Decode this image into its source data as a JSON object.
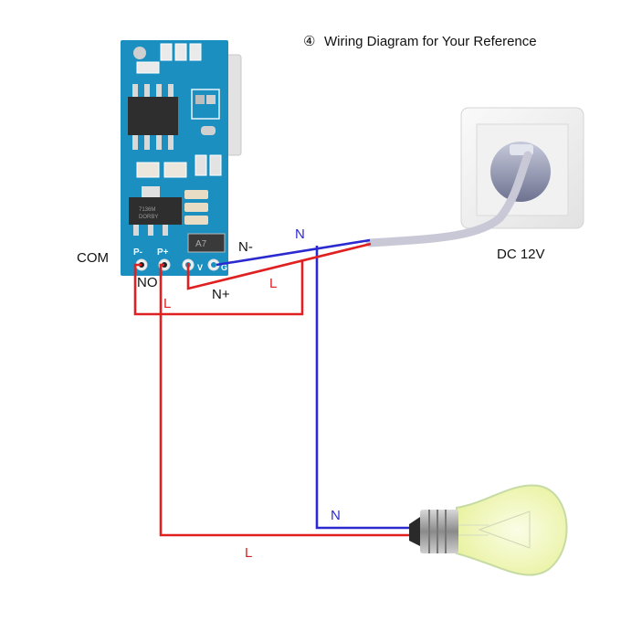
{
  "title": {
    "step_marker": "④",
    "text": "Wiring Diagram for Your Reference"
  },
  "module": {
    "pin_labels": [
      "P-",
      "P+",
      "V",
      "G"
    ],
    "chip_marking_main": "7136M",
    "chip_marking_sub": "DORBY",
    "diode_marking": "A7"
  },
  "terminal_labels": {
    "com": "COM",
    "no": "NO",
    "n_minus": "N-",
    "n_plus": "N+"
  },
  "wire_labels": {
    "n_top": "N",
    "l_mid": "L",
    "l_left": "L",
    "n_bottom": "N",
    "l_bottom": "L"
  },
  "power_source": {
    "label": "DC 12V"
  },
  "colors": {
    "live_wire": "#e02020",
    "neutral_wire": "#2a2ad0",
    "pcb": "#1a8fc0",
    "label_red": "#e02020",
    "label_blue": "#2a2ad0",
    "text": "#111111"
  }
}
